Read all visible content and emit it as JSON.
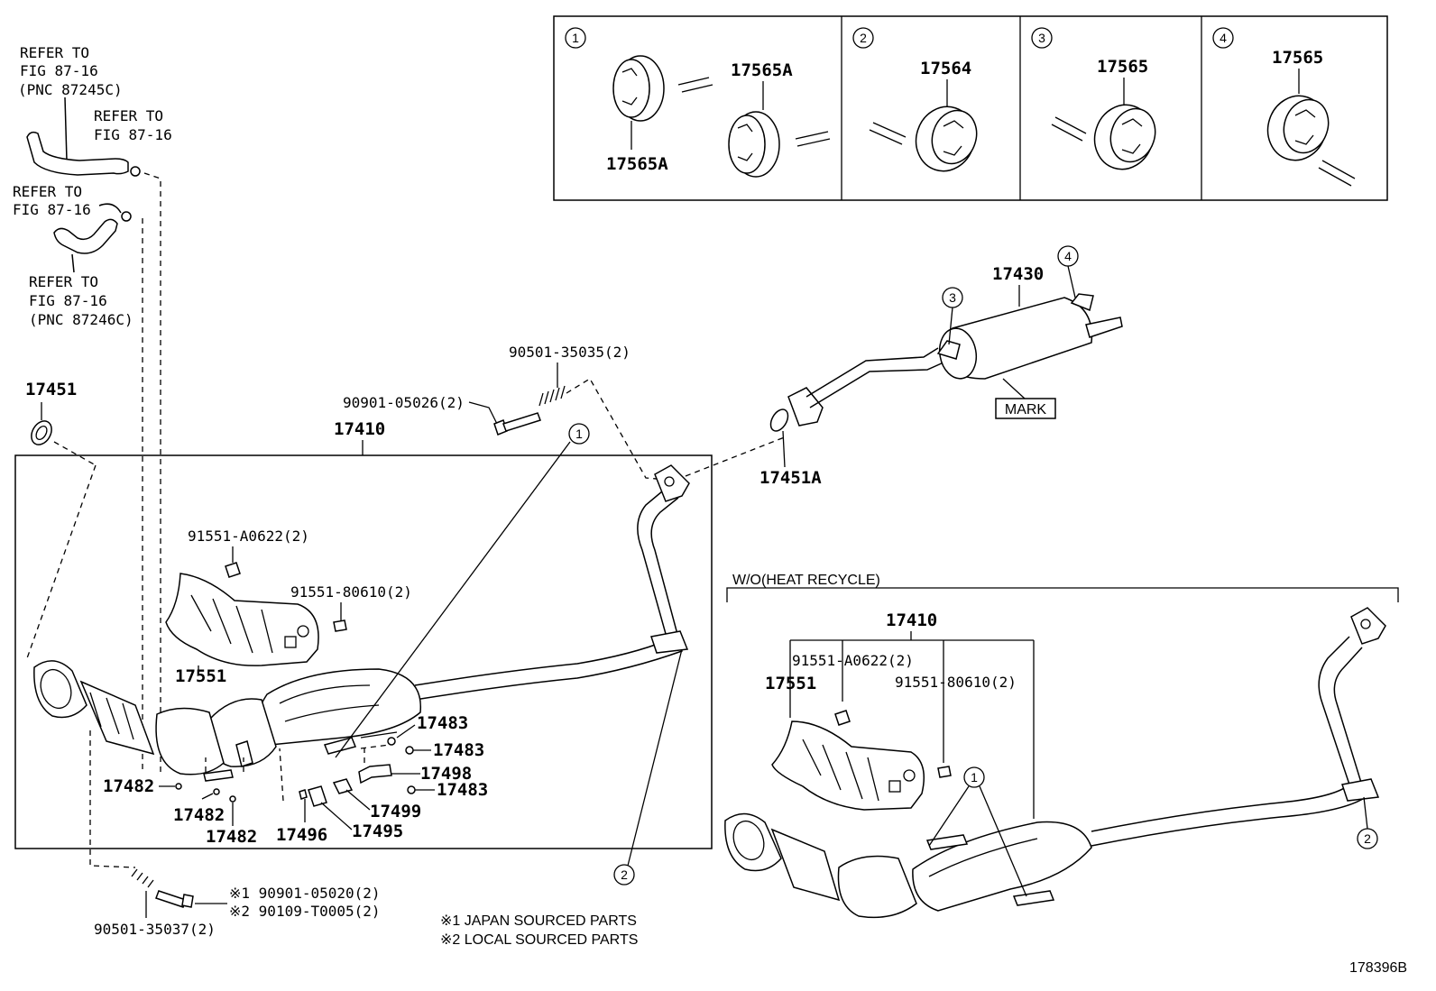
{
  "refer_notes": {
    "top_1": "REFER TO",
    "top_2": "FIG 87-16",
    "top_3": "(PNC 87245C)",
    "second_1": "REFER TO",
    "second_2": "FIG 87-16",
    "third_1": "REFER TO",
    "third_2": "FIG 87-16",
    "bottom_1": "REFER TO",
    "bottom_2": "FIG 87-16",
    "bottom_3": "(PNC 87246C)"
  },
  "hanger_panel": {
    "cells": [
      {
        "marker": "1",
        "parts": [
          "17565A",
          "17565A"
        ]
      },
      {
        "marker": "2",
        "parts": [
          "17564"
        ]
      },
      {
        "marker": "3",
        "parts": [
          "17565"
        ]
      },
      {
        "marker": "4",
        "parts": [
          "17565"
        ]
      }
    ]
  },
  "parts": {
    "p17451": "17451",
    "p17410": "17410",
    "p90901_05026": "90901-05026(2)",
    "p90501_35035": "90501-35035(2)",
    "p17451A": "17451A",
    "p17430": "17430",
    "mark": "MARK",
    "p91551_A0622": "91551-A0622(2)",
    "p91551_80610": "91551-80610(2)",
    "p17551": "17551",
    "p17483_a": "17483",
    "p17483_b": "17483",
    "p17498": "17498",
    "p17483_c": "17483",
    "p17499": "17499",
    "p17482_a": "17482",
    "p17482_b": "17482",
    "p17482_c": "17482",
    "p17496": "17496",
    "p17495": "17495",
    "p90901_05020": "※1 90901-05020(2)",
    "p90109_T0005": "※2 90109-T0005(2)",
    "p90501_35037": "90501-35037(2)"
  },
  "callouts": {
    "c1_main": "1",
    "c2_main": "2",
    "c3_muffler": "3",
    "c4_muffler": "4",
    "c1_alt": "1",
    "c2_alt": "2"
  },
  "alt_section": {
    "title": "W/O(HEAT RECYCLE)",
    "p17410": "17410",
    "p91551_A0622": "91551-A0622(2)",
    "p91551_80610": "91551-80610(2)",
    "p17551": "17551"
  },
  "footnotes": {
    "note1": "※1 JAPAN SOURCED PARTS",
    "note2": "※2 LOCAL SOURCED PARTS"
  },
  "figure_id": "178396B"
}
